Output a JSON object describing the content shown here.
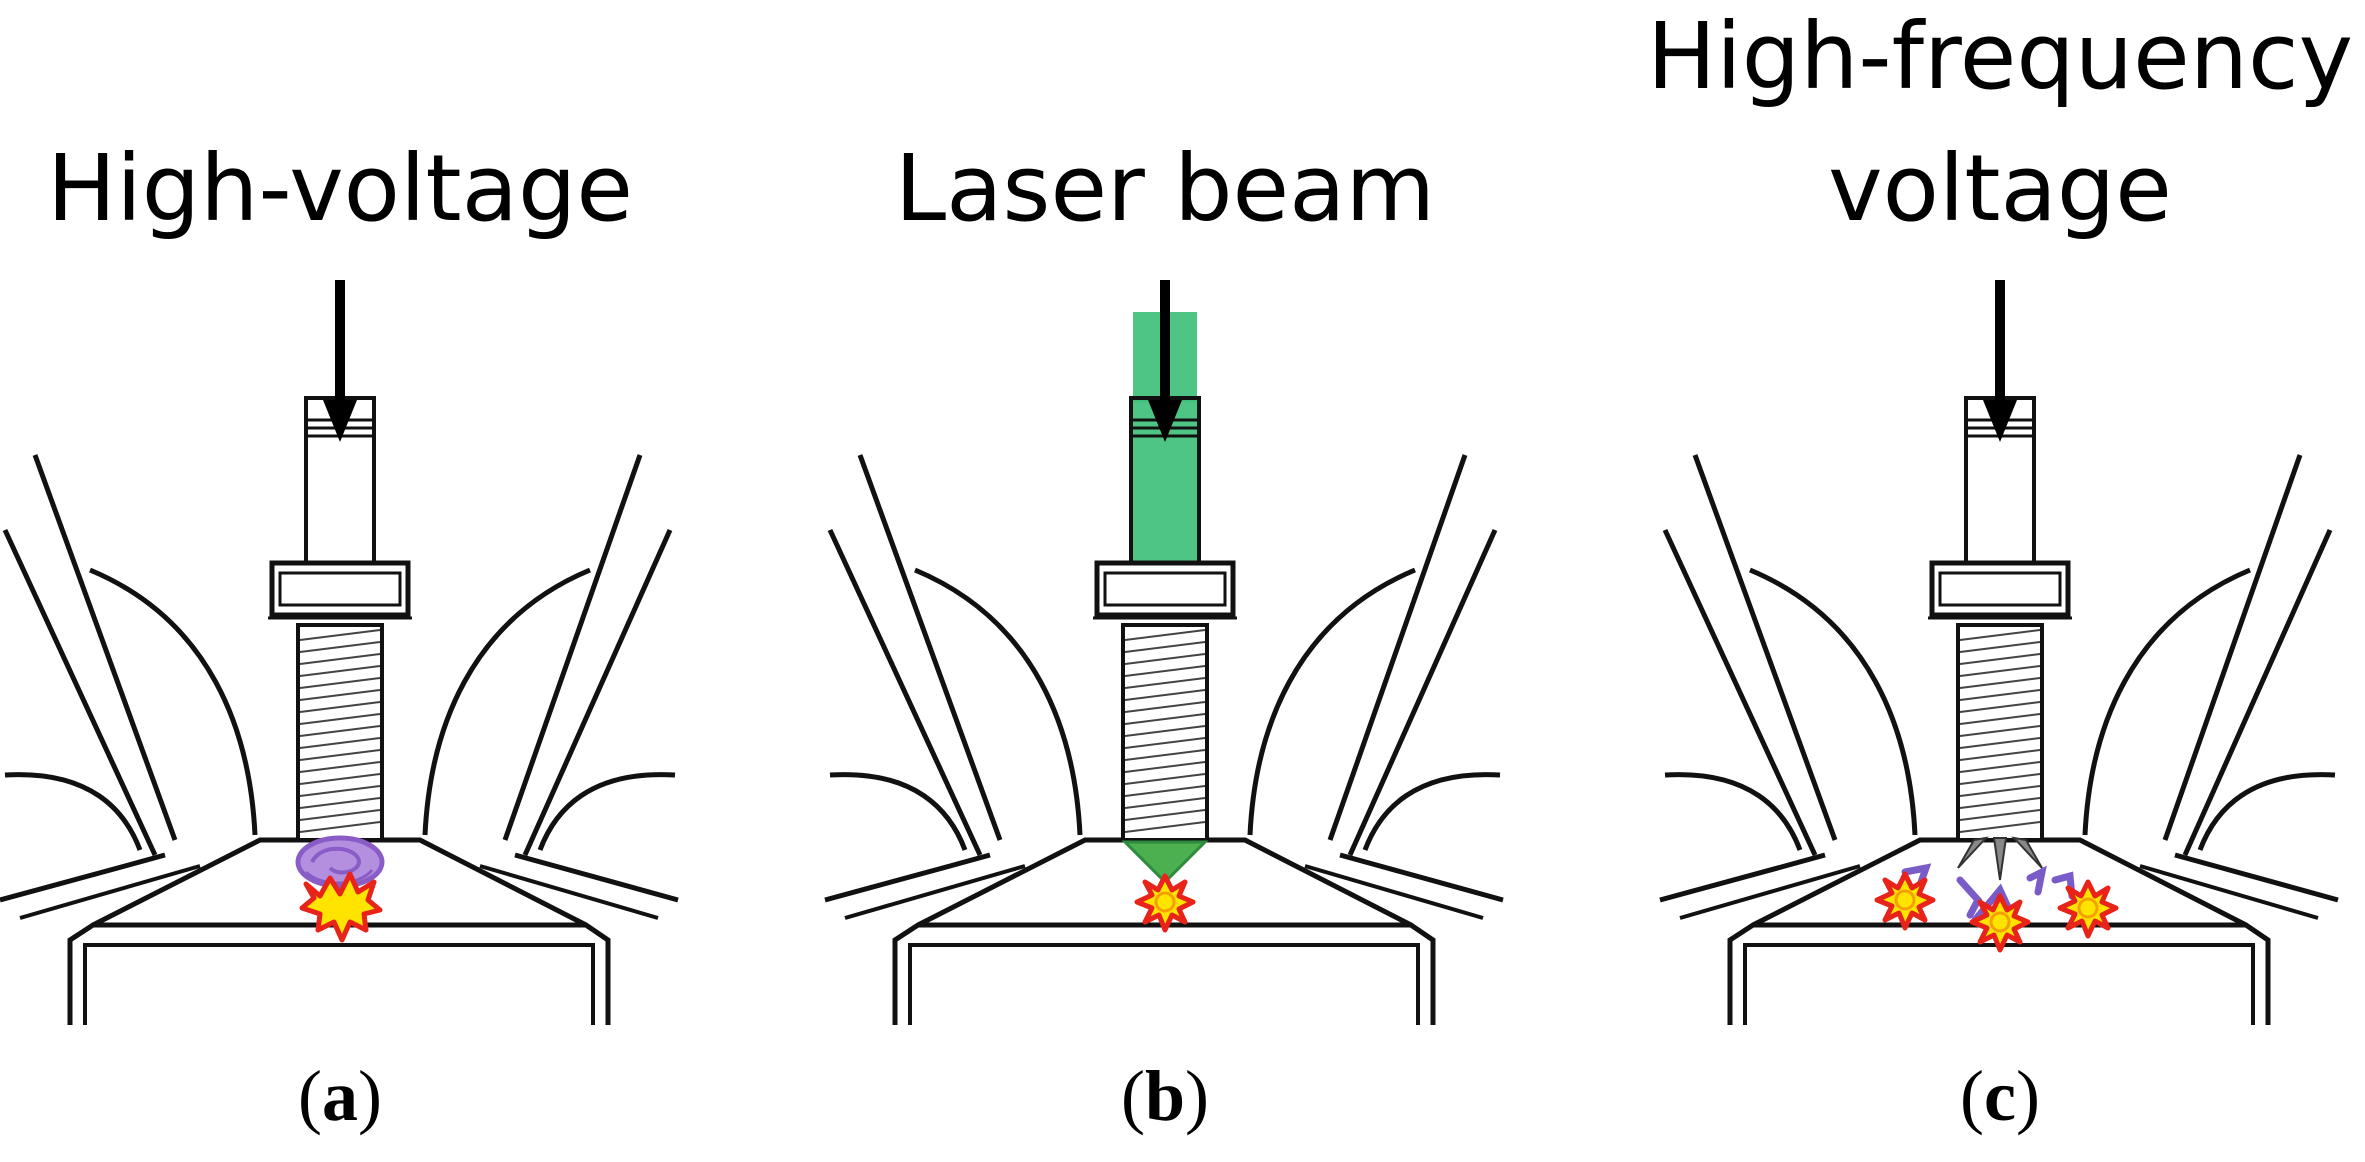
{
  "panels": [
    {
      "id": "a",
      "title_lines": [
        "High-voltage"
      ],
      "caption": {
        "open": "(",
        "letter": "a",
        "close": ")"
      },
      "colors": {
        "discharge": "#8a5cc7",
        "discharge_fill": "#b48fe0"
      },
      "icon": "purple-arc-discharge"
    },
    {
      "id": "b",
      "title_lines": [
        "Laser beam"
      ],
      "caption": {
        "open": "(",
        "letter": "b",
        "close": ")"
      },
      "colors": {
        "beam": "#3cbf78",
        "cone": "#4caf50"
      },
      "icon": "green-laser-beam"
    },
    {
      "id": "c",
      "title_lines": [
        "High-frequency",
        "voltage"
      ],
      "caption": {
        "open": "(",
        "letter": "c",
        "close": ")"
      },
      "colors": {
        "streamer": "#7a5cc9"
      },
      "icon": "corona-streamers"
    }
  ],
  "colors": {
    "line": "#111111",
    "spark_outer": "#e8231a",
    "spark_inner": "#ffe400"
  }
}
